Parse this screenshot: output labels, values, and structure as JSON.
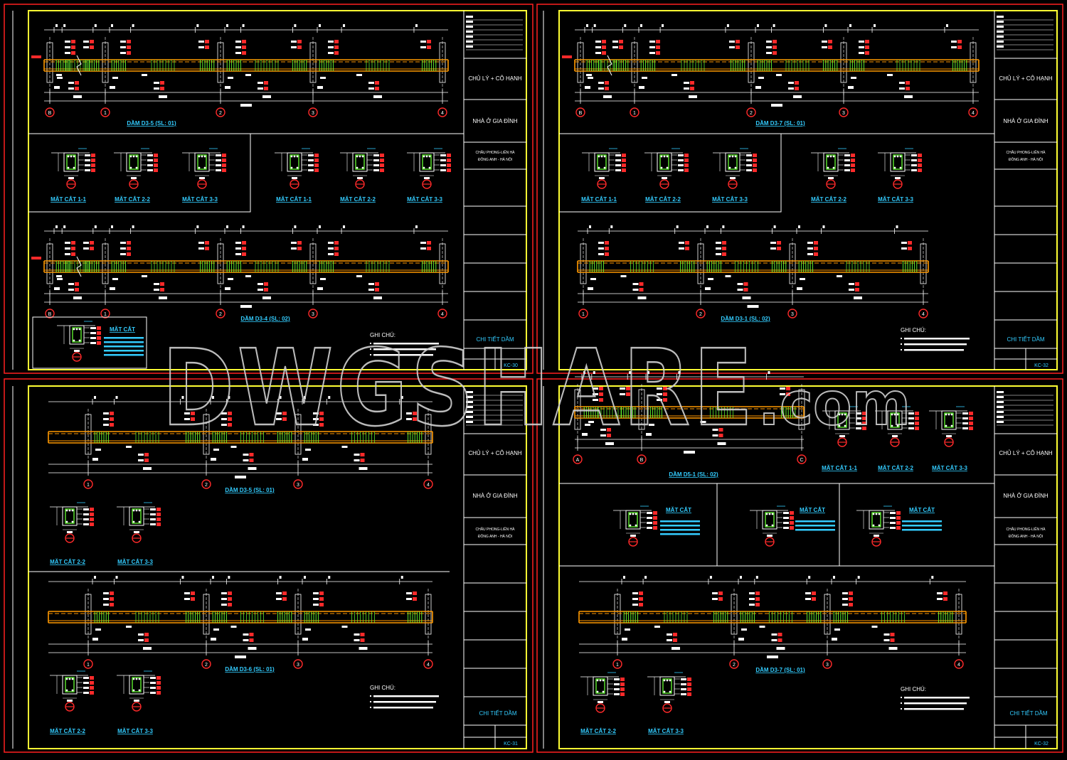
{
  "watermark": {
    "main": "DWGSHARE",
    "suffix": ".com"
  },
  "sheets": [
    {
      "id": "tl",
      "title_block": {
        "owner": "CHỦ LÝ + CÔ HẠNH",
        "project": "NHÀ Ở GIA ĐÌNH",
        "address": [
          "CHÂU PHONG-LIÊN HÀ",
          "ĐÔNG ANH - HÀ NỘI"
        ],
        "drawing": "CHI TIẾT DẦM",
        "code": "KC-30"
      },
      "beams": [
        {
          "label": "DẦM D3-5 (SL: 01)"
        },
        {
          "label": "DẦM D3-4 (SL: 02)"
        }
      ],
      "sections": [
        "MẶT CẮT 1-1",
        "MẶT CẮT 2-2",
        "MẶT CẮT 3-3",
        "MẶT CẮT 1-1",
        "MẶT CẮT 2-2",
        "MẶT CẮT 3-3"
      ],
      "legend_title": "MẶT CẮT",
      "notes_title": "GHI CHÚ:"
    },
    {
      "id": "tr",
      "title_block": {
        "owner": "CHỦ LÝ + CÔ HẠNH",
        "project": "NHÀ Ở GIA ĐÌNH",
        "address": [
          "CHÂU PHONG-LIÊN HÀ",
          "ĐÔNG ANH - HÀ NỘI"
        ],
        "drawing": "CHI TIẾT DẦM",
        "code": "KC-32"
      },
      "beams": [
        {
          "label": "DẦM D3-7 (SL: 01)"
        },
        {
          "label": "DẦM D3-1 (SL: 02)"
        }
      ],
      "sections": [
        "MẶT CẮT 1-1",
        "MẶT CẮT 2-2",
        "MẶT CẮT 3-3",
        "MẶT CẮT 2-2",
        "MẶT CẮT 3-3"
      ],
      "notes_title": "GHI CHÚ:"
    },
    {
      "id": "bl",
      "title_block": {
        "owner": "CHỦ LÝ + CÔ HẠNH",
        "project": "NHÀ Ở GIA ĐÌNH",
        "address": [
          "CHÂU PHONG-LIÊN HÀ",
          "ĐÔNG ANH - HÀ NỘI"
        ],
        "drawing": "CHI TIẾT DẦM",
        "code": "KC-31"
      },
      "beams": [
        {
          "label": "DẦM D3-5 (SL: 01)"
        },
        {
          "label": "DẦM D3-6 (SL: 01)"
        }
      ],
      "sections": [
        "MẶT CẮT 2-2",
        "MẶT CẮT 3-3",
        "MẶT CẮT 2-2",
        "MẶT CẮT 3-3"
      ],
      "notes_title": "GHI CHÚ:"
    },
    {
      "id": "br",
      "title_block": {
        "owner": "CHỦ LÝ + CÔ HẠNH",
        "project": "NHÀ Ở GIA ĐÌNH",
        "address": [
          "CHÂU PHONG-LIÊN HÀ",
          "ĐÔNG ANH - HÀ NỘI"
        ],
        "drawing": "CHI TIẾT DẦM",
        "code": "KC-32"
      },
      "beams": [
        {
          "label": "DẦM D5-1 (SL: 02)"
        },
        {
          "label": "DẦM D3-7 (SL: 01)"
        }
      ],
      "sections": [
        "MẶT CẮT 1-1",
        "MẶT CẮT 2-2",
        "MẶT CẮT 3-3",
        "MẶT CẮT 2-2",
        "MẶT CẮT 3-3"
      ],
      "legend_titles": [
        "MẶT CẮT",
        "MẶT CẮT",
        "MẶT CẮT"
      ],
      "notes_title": "GHI CHÚ:"
    }
  ],
  "grid_labels_numeric": [
    "B",
    "1",
    "2",
    "3",
    "4"
  ],
  "grid_labels_alpha": [
    "A",
    "B",
    "C"
  ],
  "colors": {
    "sheet_border": "#ff2020",
    "frame": "#ffff33",
    "beam_line": "#ff9900",
    "rebar": "#66ff33",
    "text_cyan": "#33ccff",
    "tag_red": "#ff2a2a",
    "line_white": "#ffffff"
  }
}
